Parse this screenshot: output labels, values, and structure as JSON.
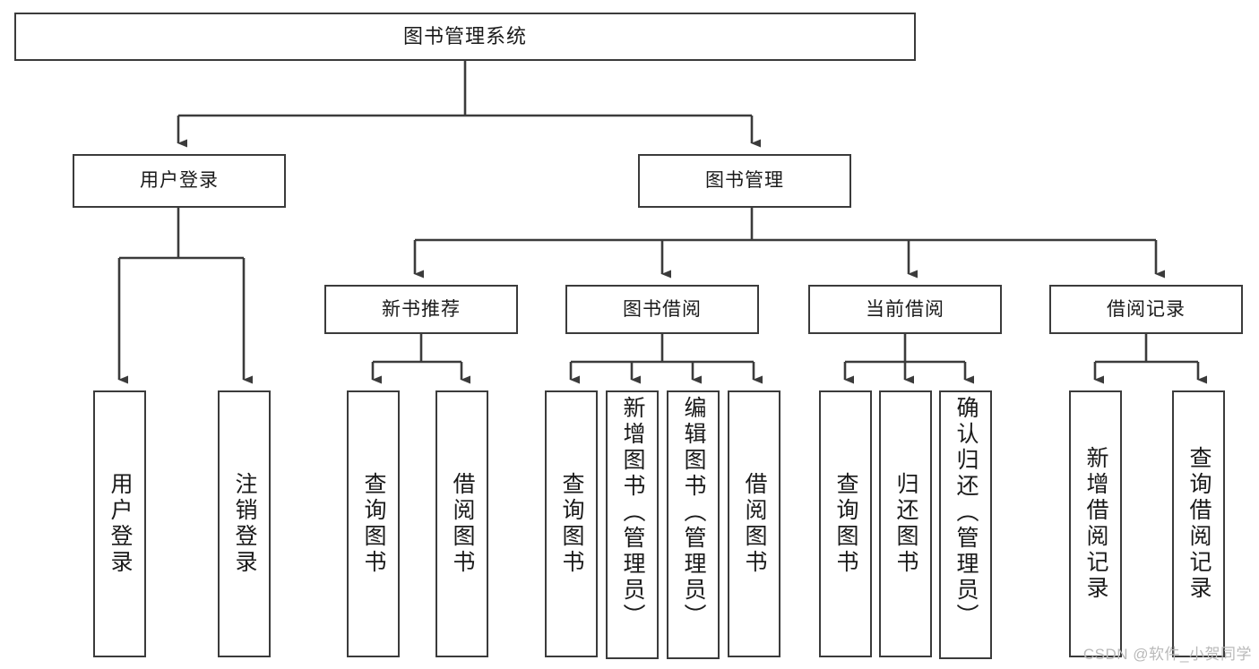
{
  "diagram": {
    "type": "tree",
    "title": "图书管理系统",
    "orientation": "top-down",
    "line_color": "#3b3b3b",
    "box_fill": "#ffffff",
    "text_color": "#1a1a1a"
  },
  "root": {
    "label": "图书管理系统"
  },
  "level1": [
    {
      "label": "用户登录"
    },
    {
      "label": "图书管理"
    }
  ],
  "level2": [
    {
      "label": "新书推荐"
    },
    {
      "label": "图书借阅"
    },
    {
      "label": "当前借阅"
    },
    {
      "label": "借阅记录"
    }
  ],
  "leaves": {
    "user_login": [
      {
        "label": "用户登录"
      },
      {
        "label": "注销登录"
      }
    ],
    "new_book_recommend": [
      {
        "label": "查询图书"
      },
      {
        "label": "借阅图书"
      }
    ],
    "book_borrow": [
      {
        "label": "查询图书"
      },
      {
        "label": "新增图书（管理员）"
      },
      {
        "label": "编辑图书（管理员）"
      },
      {
        "label": "借阅图书"
      }
    ],
    "current_borrow": [
      {
        "label": "查询图书"
      },
      {
        "label": "归还图书"
      },
      {
        "label": "确认归还（管理员）"
      }
    ],
    "borrow_record": [
      {
        "label": "新增借阅记录"
      },
      {
        "label": "查询借阅记录"
      }
    ]
  },
  "watermark": {
    "text": "CSDN @软件_小贺同学"
  }
}
